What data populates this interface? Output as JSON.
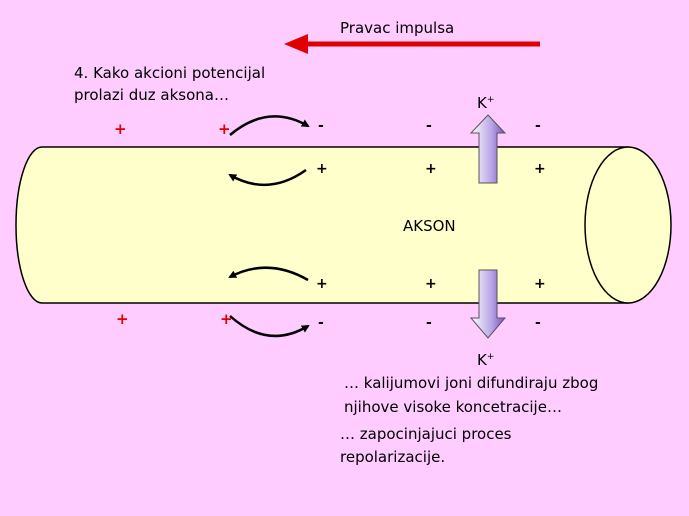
{
  "title": "Pravac impulsa",
  "intro": [
    "4. Kako akcioni potencijal",
    "prolazi duz aksona…"
  ],
  "axon_label": "AKSON",
  "ion": "K",
  "ion_charge": "+",
  "signs": {
    "plus": "+",
    "minus": "-"
  },
  "notes": {
    "line1": "… kalijumovi joni difundiraju zbog",
    "line2": "njihove visoke koncetracije…",
    "line3": "… zapocinjajuci proces",
    "line4": "repolarizacije."
  },
  "colors": {
    "background": "#FFCCFF",
    "axon_fill": "#FFFFCC",
    "impulse_arrow": "#E00000",
    "plus_outside": "#E00000",
    "ion_arrow": "#9966CC"
  }
}
